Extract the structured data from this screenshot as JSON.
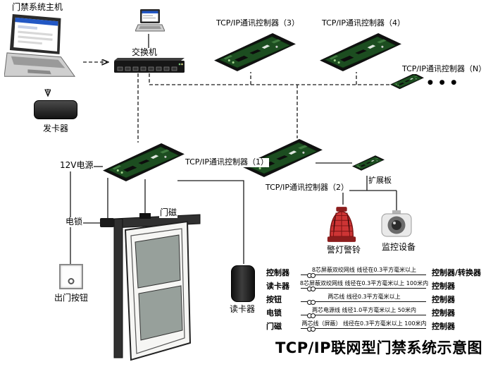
{
  "title": "TCP/IP联网型门禁系统示意图",
  "nodes": {
    "host": "门禁系统主机",
    "card_issuer": "发卡器",
    "switch": "交换机",
    "controller3": "TCP/IP通讯控制器（3）",
    "controller4": "TCP/IP通讯控制器（4）",
    "controllerN": "TCP/IP通讯控制器（N）",
    "more_controllers": "● ● ●",
    "power": "12V电源",
    "controller1": "TCP/IP通讯控制器（1）",
    "controller2": "TCP/IP通讯控制器（2）",
    "expansion": "扩展板",
    "lock": "电锁",
    "magnet": "门磁",
    "exit_button": "出门按钮",
    "reader": "读卡器",
    "alarm": "警灯警铃",
    "camera": "监控设备"
  },
  "legend": {
    "rows": [
      {
        "left": "控制器",
        "cable": "8芯屏蔽双绞网线 线径在0.3平方毫米以上",
        "right": "控制器/转换器"
      },
      {
        "left": "读卡器",
        "cable": "8芯屏蔽双绞网线 线径在0.3平方毫米以上 100米内",
        "right": "控制器"
      },
      {
        "left": "按钮",
        "cable": "两芯线 线径0.3平方毫米以上",
        "right": "控制器"
      },
      {
        "left": "电锁",
        "cable": "两芯电源线 线径1.0平方毫米以上 50米内",
        "right": "控制器"
      },
      {
        "left": "门磁",
        "cable": "两芯线（屏蔽） 线径在0.3平方毫米以上 100米内",
        "right": "控制器"
      }
    ]
  },
  "colors": {
    "pcb_green": "#1c4d20",
    "alarm_red": "#cd3434",
    "wire": "#1a1a1a",
    "screen_blue": "#2257c4"
  }
}
